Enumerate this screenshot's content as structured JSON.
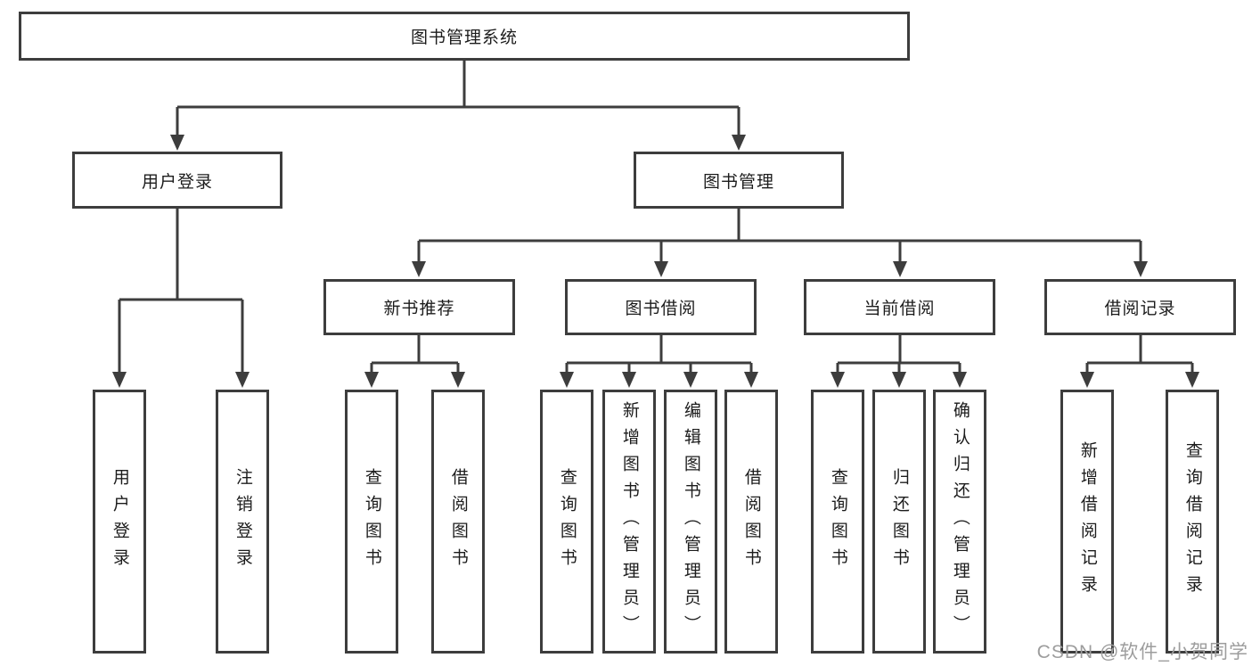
{
  "colors": {
    "line": "#3d3d3d",
    "node_border": "#3d3d3d",
    "node_text": "#1c1c1c",
    "watermark": "#9d9d9d",
    "background": "#ffffff"
  },
  "watermark": {
    "text": "CSDN @软件_小贺同学"
  },
  "tree": {
    "root": {
      "label": "图书管理系统",
      "children": [
        {
          "label": "用户登录",
          "children": [
            {
              "label": "用户登录"
            },
            {
              "label": "注销登录"
            }
          ]
        },
        {
          "label": "图书管理",
          "children": [
            {
              "label": "新书推荐",
              "children": [
                {
                  "label": "查询图书"
                },
                {
                  "label": "借阅图书"
                }
              ]
            },
            {
              "label": "图书借阅",
              "children": [
                {
                  "label": "查询图书"
                },
                {
                  "label": "新增图书（管理员）"
                },
                {
                  "label": "编辑图书（管理员）"
                },
                {
                  "label": "借阅图书"
                }
              ]
            },
            {
              "label": "当前借阅",
              "children": [
                {
                  "label": "查询图书"
                },
                {
                  "label": "归还图书"
                },
                {
                  "label": "确认归还（管理员）"
                }
              ]
            },
            {
              "label": "借阅记录",
              "children": [
                {
                  "label": "新增借阅记录"
                },
                {
                  "label": "查询借阅记录"
                }
              ]
            }
          ]
        }
      ]
    }
  }
}
